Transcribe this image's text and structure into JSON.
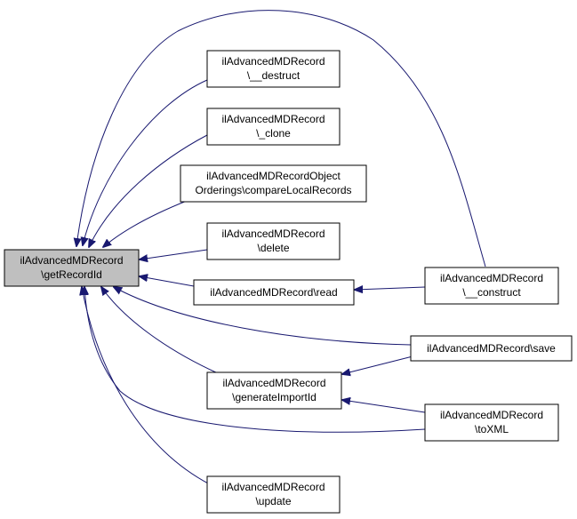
{
  "colors": {
    "edge": "#191970",
    "node_border": "#000000",
    "node_fill": "#ffffff",
    "focus_fill": "#bfbfbf",
    "text": "#000000"
  },
  "nodes": [
    {
      "id": "getRecordId",
      "lines": [
        "ilAdvancedMDRecord",
        "\\getRecordId"
      ],
      "focus": true
    },
    {
      "id": "destruct",
      "lines": [
        "ilAdvancedMDRecord",
        "\\__destruct"
      ]
    },
    {
      "id": "clone",
      "lines": [
        "ilAdvancedMDRecord",
        "\\_clone"
      ]
    },
    {
      "id": "compareLocalRecords",
      "lines": [
        "ilAdvancedMDRecordObject",
        "Orderings\\compareLocalRecords"
      ]
    },
    {
      "id": "delete",
      "lines": [
        "ilAdvancedMDRecord",
        "\\delete"
      ]
    },
    {
      "id": "read",
      "lines": [
        "ilAdvancedMDRecord\\read"
      ]
    },
    {
      "id": "generateImportId",
      "lines": [
        "ilAdvancedMDRecord",
        "\\generateImportId"
      ]
    },
    {
      "id": "update",
      "lines": [
        "ilAdvancedMDRecord",
        "\\update"
      ]
    },
    {
      "id": "construct",
      "lines": [
        "ilAdvancedMDRecord",
        "\\__construct"
      ]
    },
    {
      "id": "save",
      "lines": [
        "ilAdvancedMDRecord\\save"
      ]
    },
    {
      "id": "toXML",
      "lines": [
        "ilAdvancedMDRecord",
        "\\toXML"
      ]
    }
  ]
}
